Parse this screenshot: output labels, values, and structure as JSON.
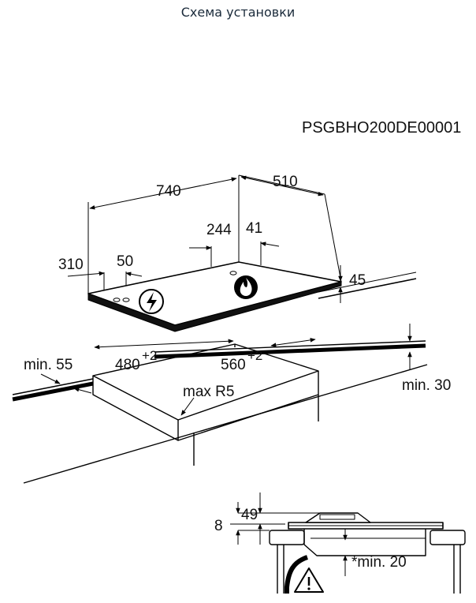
{
  "header": {
    "title": "Схема установки"
  },
  "diagram": {
    "code": "PSGBHO200DE00001",
    "dims": {
      "w740": "740",
      "w510": "510",
      "w244": "244",
      "w41": "41",
      "w310": "310",
      "w50": "50",
      "h45": "45",
      "cut480": "480",
      "cut560": "560",
      "tol": "+2",
      "min55": "min. 55",
      "maxR5": "max R5",
      "min30": "min. 30",
      "d49": "49",
      "d8": "8",
      "min20": "*min. 20"
    },
    "icons": [
      "electric-connection-icon",
      "gas-connection-icon",
      "warning-icon"
    ]
  }
}
